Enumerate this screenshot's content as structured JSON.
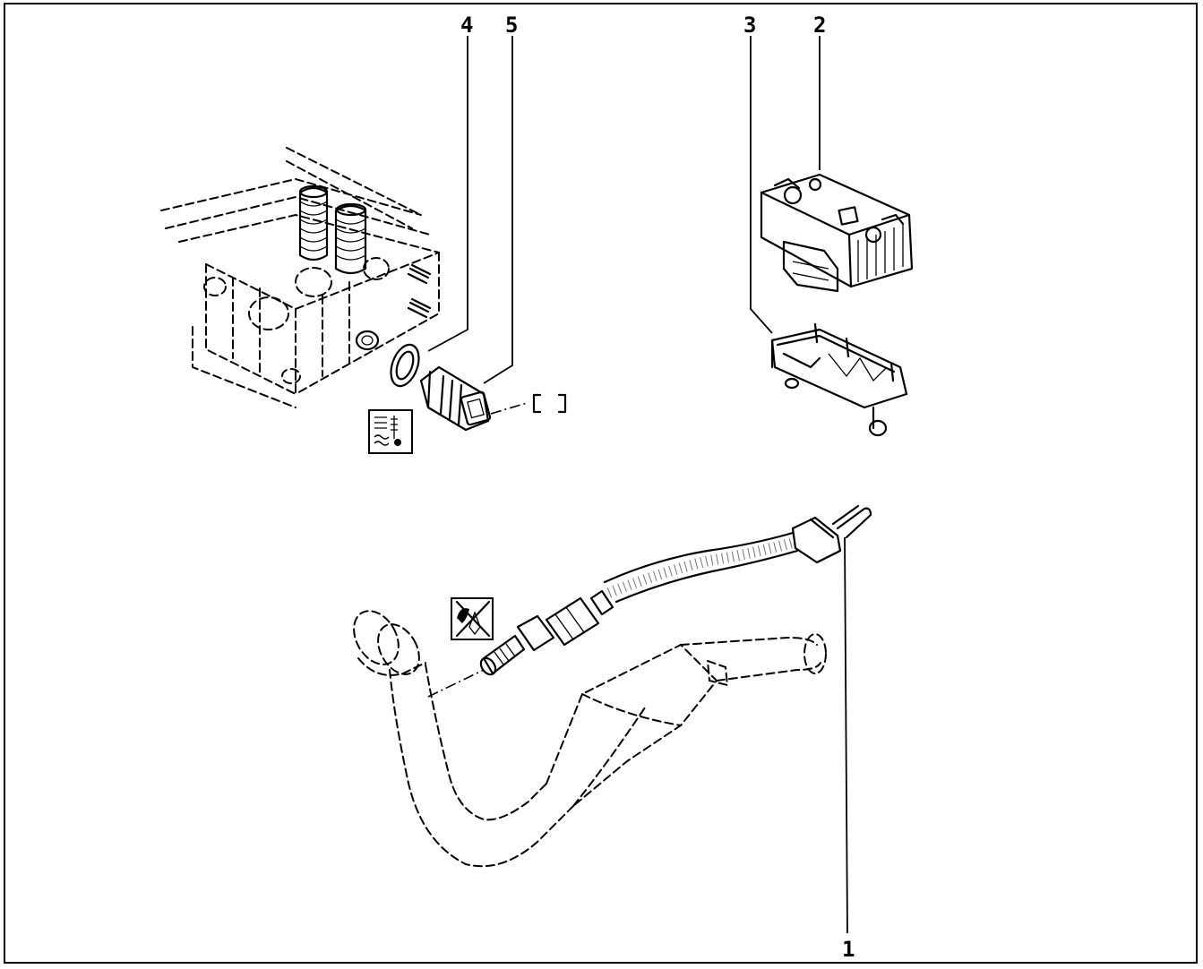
{
  "callouts": {
    "c1": "1",
    "c2": "2",
    "c3": "3",
    "c4": "4",
    "c5": "5"
  },
  "icons": {
    "coolant_temp": "coolant-temperature-symbol-icon",
    "no_antiseize": "no-grease-symbol-icon",
    "connector_ref": "connector-reference-bracket-icon"
  },
  "colors": {
    "ink": "#000000",
    "paper": "#ffffff"
  }
}
